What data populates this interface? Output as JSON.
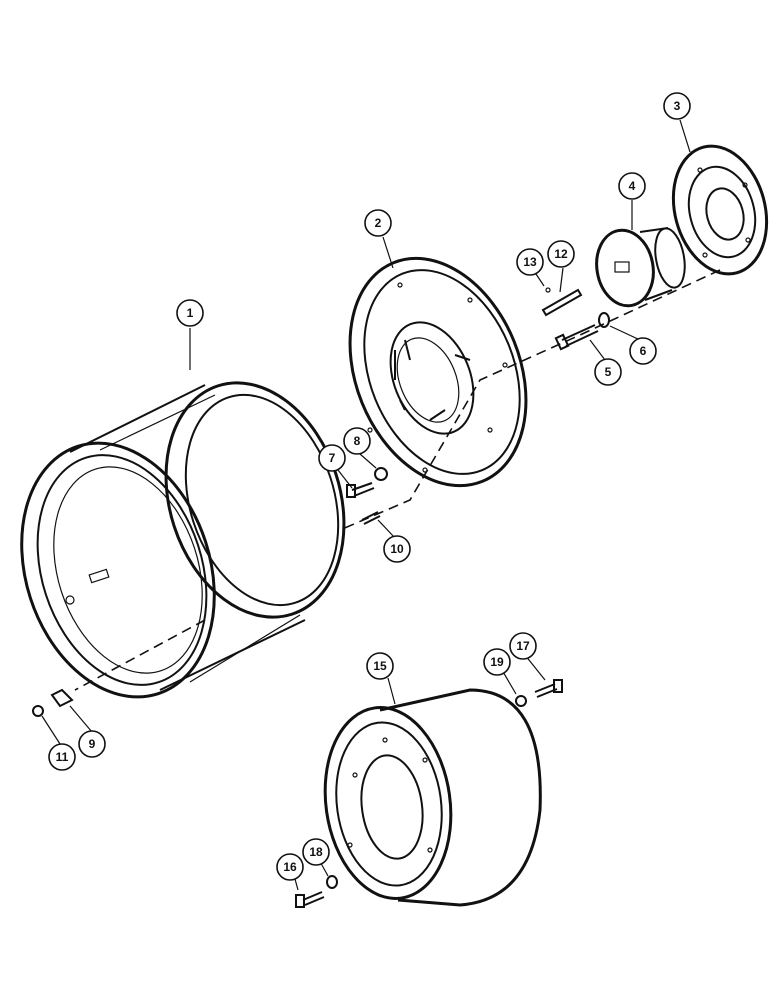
{
  "callouts": [
    {
      "id": "1",
      "label": "1"
    },
    {
      "id": "2",
      "label": "2"
    },
    {
      "id": "3",
      "label": "3"
    },
    {
      "id": "4",
      "label": "4"
    },
    {
      "id": "5",
      "label": "5"
    },
    {
      "id": "6",
      "label": "6"
    },
    {
      "id": "7",
      "label": "7"
    },
    {
      "id": "8",
      "label": "8"
    },
    {
      "id": "9",
      "label": "9"
    },
    {
      "id": "10",
      "label": "10"
    },
    {
      "id": "11",
      "label": "11"
    },
    {
      "id": "12",
      "label": "12"
    },
    {
      "id": "13",
      "label": "13"
    },
    {
      "id": "15",
      "label": "15"
    },
    {
      "id": "16",
      "label": "16"
    },
    {
      "id": "17",
      "label": "17"
    },
    {
      "id": "18",
      "label": "18"
    },
    {
      "id": "19",
      "label": "19"
    }
  ],
  "colors": {
    "ink": "#111111",
    "paper": "#ffffff"
  }
}
